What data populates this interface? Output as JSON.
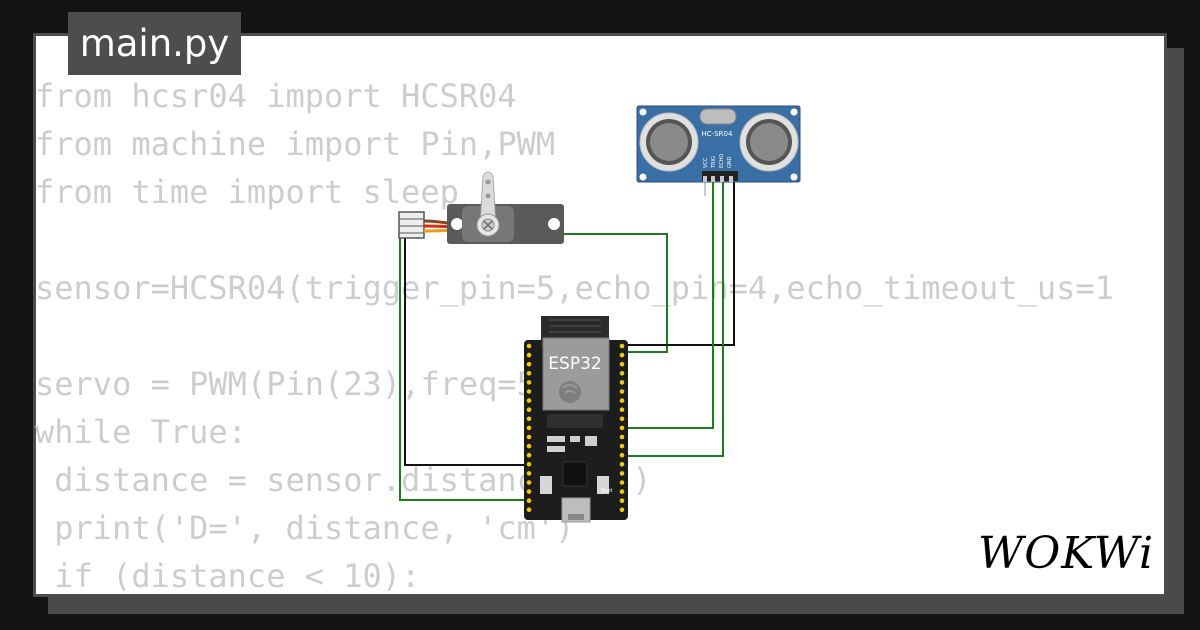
{
  "editor": {
    "file_tab": "main.py",
    "code_lines": [
      "from hcsr04 import HCSR04",
      "from machine import Pin,PWM",
      "from time import sleep",
      "",
      "sensor=HCSR04(trigger_pin=5,echo_pin=4,echo_timeout_us=1",
      "",
      "servo = PWM(Pin(23),freq=50)",
      "while True:",
      " distance = sensor.distance_cm()",
      " print('D=', distance, 'cm')",
      " if (distance < 10):"
    ]
  },
  "diagram": {
    "sensor_label": "HC-SR04",
    "sensor_pins": [
      "VCC",
      "TRIG",
      "ECHO",
      "GND"
    ],
    "board_label": "ESP32",
    "boot_label": "Boot",
    "wire_colors": {
      "signal": "#1a7f1a",
      "ground": "#111111",
      "servo_brown": "#8b4513",
      "servo_red": "#d62e1a",
      "servo_orange": "#f39c12"
    }
  },
  "brand": {
    "logo": "WOKWi"
  }
}
